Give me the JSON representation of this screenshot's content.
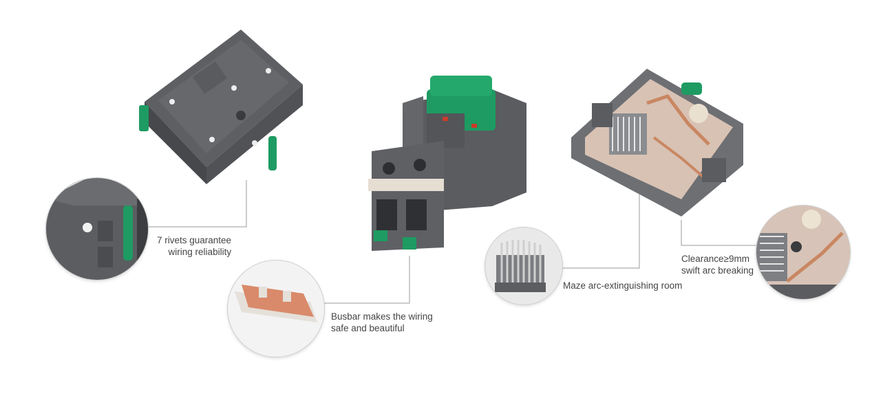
{
  "features": [
    {
      "id": "rivets",
      "icon": "rivet-closeup-icon",
      "lines": [
        "7 rivets guarantee",
        "wiring reliability"
      ]
    },
    {
      "id": "busbar",
      "icon": "busbar-icon",
      "lines": [
        "Busbar makes the wiring",
        "safe and beautiful"
      ]
    },
    {
      "id": "maze",
      "icon": "arc-chute-icon",
      "lines": [
        "Maze arc-extinguishing room"
      ]
    },
    {
      "id": "clearance",
      "icon": "clearance-closeup-icon",
      "lines": [
        "Clearance≥9mm",
        "swift arc breaking"
      ]
    }
  ],
  "colors": {
    "housing": "#5d5f63",
    "housing_dark": "#46484c",
    "accent_green": "#1e9b62",
    "copper": "#c98762",
    "callout_line": "#9a9a9a"
  }
}
